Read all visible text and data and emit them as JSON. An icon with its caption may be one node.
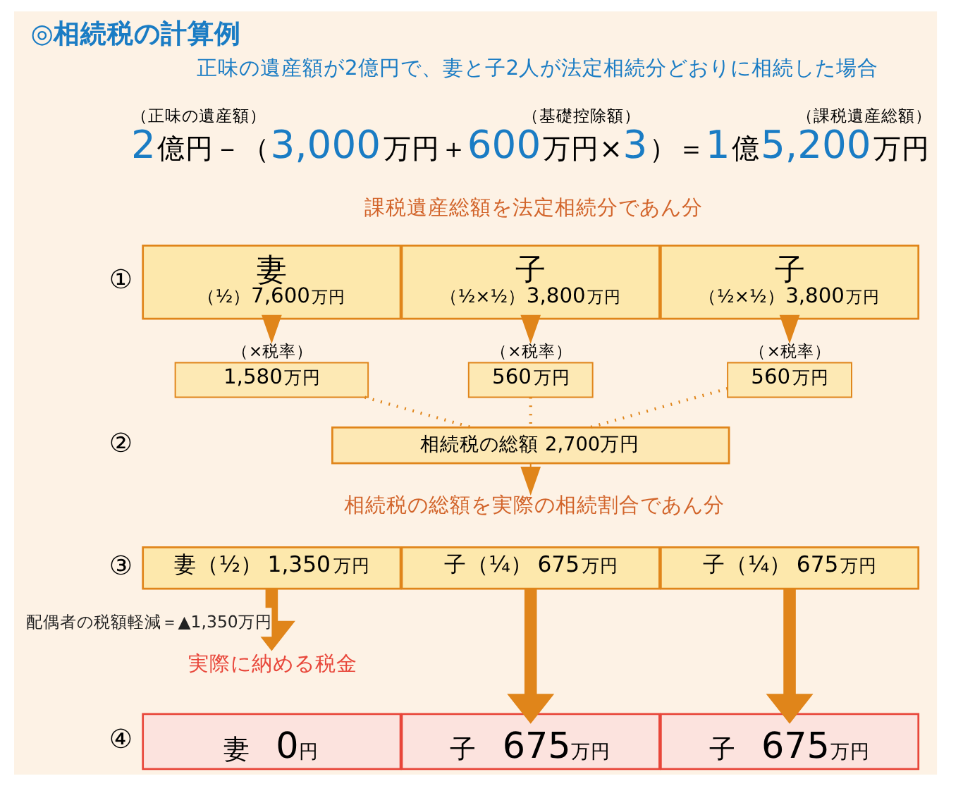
{
  "diagram": {
    "title": "◎相続税の計算例",
    "nodes": [
      {
        "text": [
          "妻",
          "（½）7,600万円"
        ]
      },
      {
        "text": [
          "子",
          "（½×½）3,800万円"
        ]
      },
      {
        "text": [
          "子",
          "（½×½）3,800万円"
        ]
      },
      {
        "text": [
          "（×税率）",
          "1,580万円"
        ]
      },
      {
        "text": [
          "（×税率）",
          "560万円"
        ]
      },
      {
        "text": [
          "（×税率）",
          "560万円"
        ]
      },
      {
        "text": [
          "相続税の総額 2,700万円"
        ]
      },
      {
        "text": [
          "相続税の総額を実際の相続割合であん分"
        ]
      },
      {
        "text": [
          "妻（½） 1,350万円"
        ]
      },
      {
        "text": [
          "子（¼） 675万円"
        ]
      },
      {
        "text": [
          "子（¼） 675万円"
        ]
      },
      {
        "text": [
          "実際に納める税金"
        ]
      },
      {
        "text": [
          "妻　0円"
        ]
      },
      {
        "text": [
          "子　675万円"
        ]
      },
      {
        "text": [
          "子　675万円"
        ]
      }
    ],
    "edges": [
      {
        "from": 0,
        "to": 3,
        "arrow": "to"
      },
      {
        "from": 1,
        "to": 4,
        "arrow": "to"
      },
      {
        "from": 2,
        "to": 5,
        "arrow": "to"
      },
      {
        "from": 3,
        "to": 6,
        "arrow": "none",
        "style": "dashed"
      },
      {
        "from": 4,
        "to": 6,
        "arrow": "none",
        "style": "dashed"
      },
      {
        "from": 5,
        "to": 6,
        "arrow": "none",
        "style": "dashed"
      },
      {
        "from": 6,
        "to": 7,
        "arrow": "to"
      },
      {
        "from": 8,
        "to": 11,
        "arrow": "to",
        "style": "thick",
        "label": "配偶者の税額軽減＝▲1,350万円"
      },
      {
        "from": 9,
        "to": 13,
        "arrow": "to",
        "style": "thick"
      },
      {
        "from": 10,
        "to": 14,
        "arrow": "to",
        "style": "thick"
      }
    ],
    "labels": [
      "正味の遺産額が2億円で、妻と子2人が法定相続分どおりに相続した場合",
      "（正味の遺産額）",
      "（基礎控除額）",
      "（課税遺産総額）",
      "2億円－（3,000万円＋600万円×3）＝1億5,200万円",
      "課税遺産総額を法定相続分であん分",
      "①",
      "②",
      "③",
      "④"
    ]
  }
}
